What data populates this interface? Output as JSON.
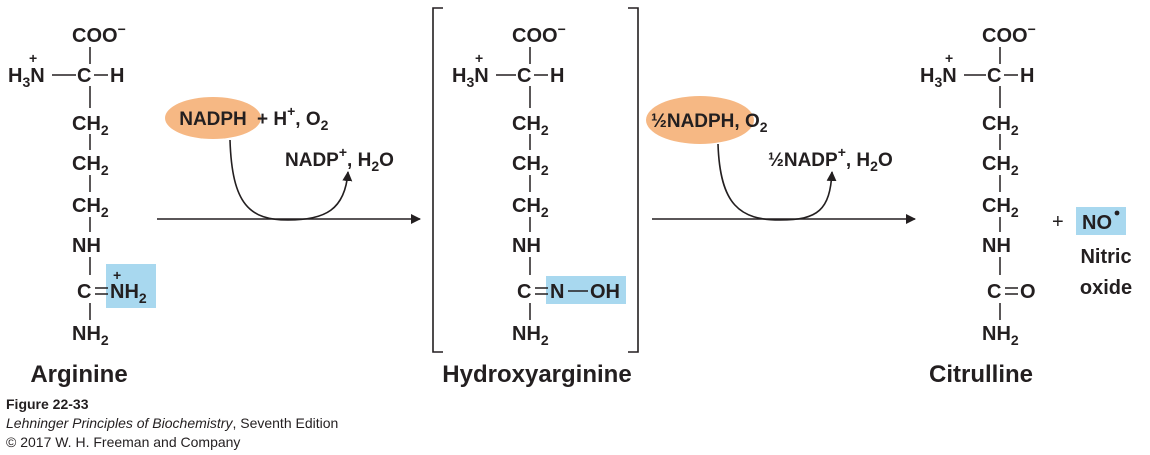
{
  "colors": {
    "ink": "#231f20",
    "cofactor_fill": "#f6b884",
    "highlight_fill": "#a8d8ef"
  },
  "molecules": {
    "arginine": {
      "name": "Arginine"
    },
    "hydroxyarginine": {
      "name": "Hydroxyarginine"
    },
    "citrulline": {
      "name": "Citrulline"
    },
    "nitric_oxide": {
      "name_line1": "Nitric",
      "name_line2": "oxide",
      "plus": "+"
    }
  },
  "step1": {
    "cofactor": "NADPH",
    "plus_h": "+ H",
    "o2": ", O",
    "products_nadp": "NADP",
    "products_h2o": ", H"
  },
  "step2": {
    "cofactor": "½NADPH, O",
    "products_nadp": "½NADP",
    "products_h2o": ", H"
  },
  "caption": {
    "figure": "Figure 22-33",
    "book_title": "Lehninger Principles of Biochemistry",
    "edition": ", Seventh Edition",
    "copyright": "© 2017 W. H. Freeman and Company"
  }
}
